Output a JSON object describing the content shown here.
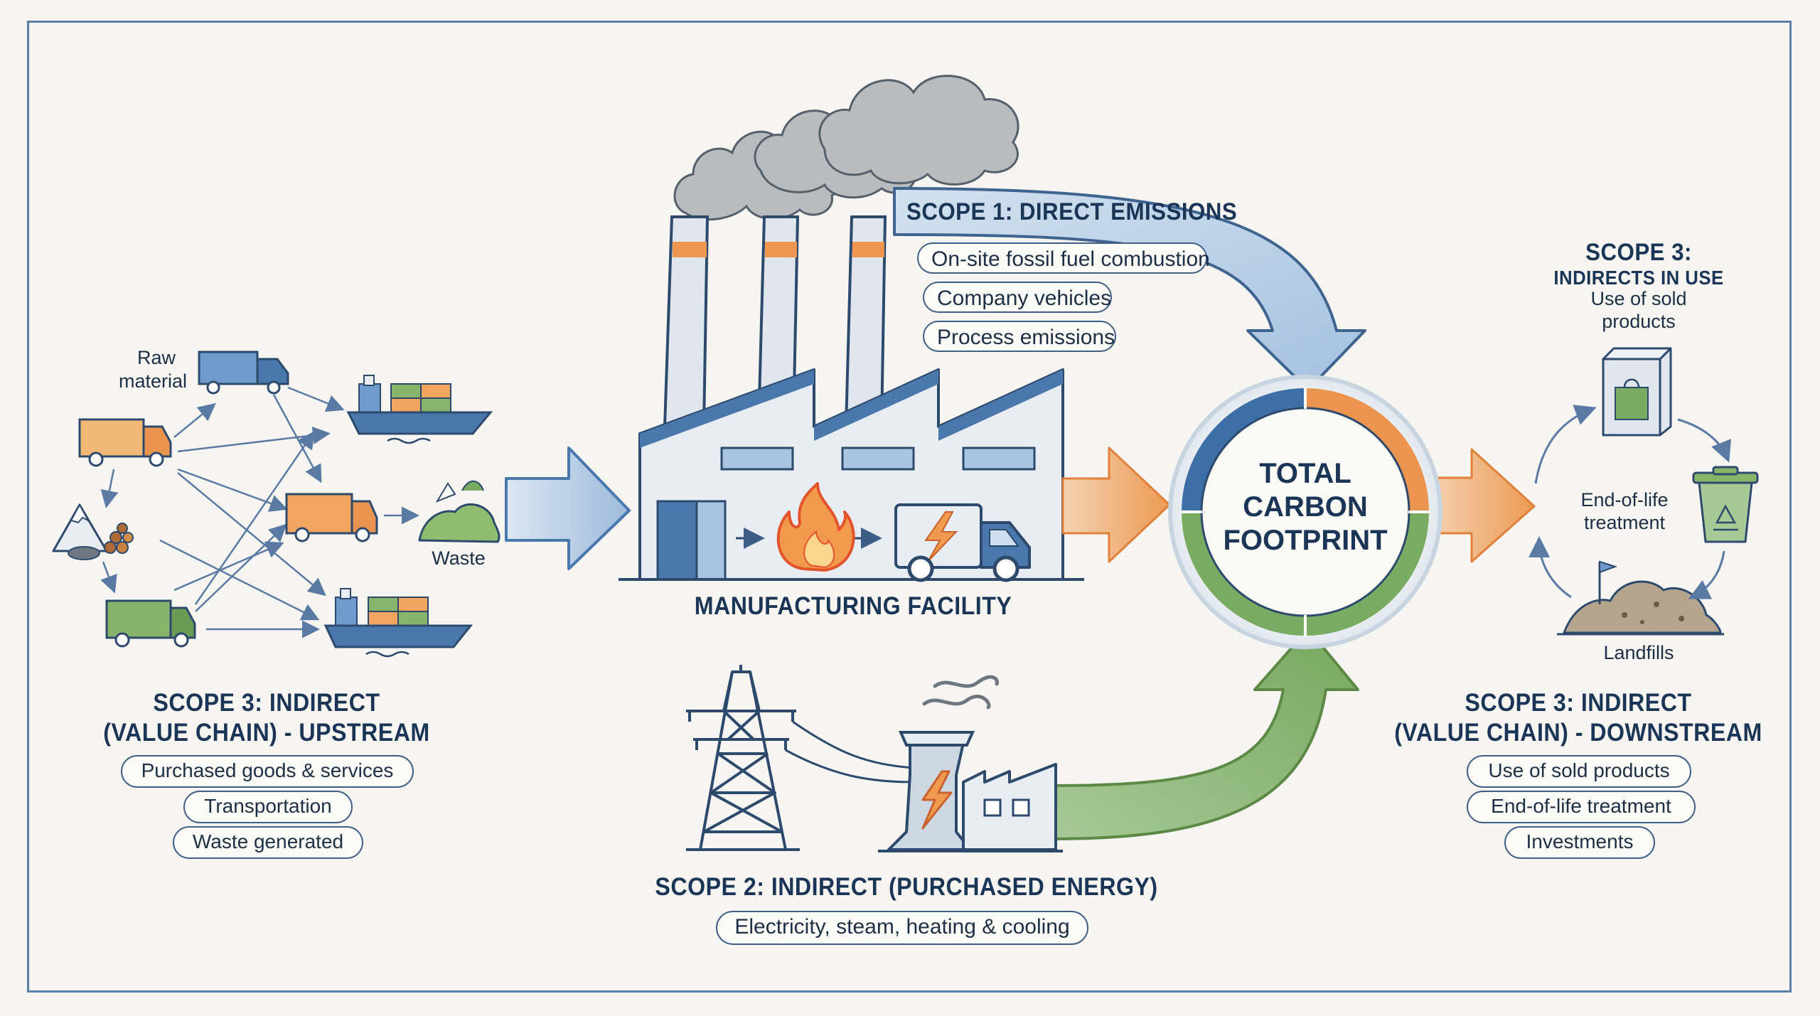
{
  "scope1": {
    "title": "SCOPE 1: DIRECT EMISSIONS",
    "items": [
      "On-site fossil fuel combustion",
      "Company vehicles",
      "Process emissions"
    ]
  },
  "facility": {
    "label": "MANUFACTURING FACILITY"
  },
  "scope2": {
    "title": "SCOPE 2: INDIRECT (PURCHASED ENERGY)",
    "items": [
      "Electricity, steam, heating & cooling"
    ]
  },
  "upstream": {
    "title_line1": "SCOPE 3: INDIRECT",
    "title_line2": "(VALUE CHAIN) - UPSTREAM",
    "items": [
      "Purchased goods & services",
      "Transportation",
      "Waste generated"
    ],
    "labels": {
      "raw_material_1": "Raw",
      "raw_material_2": "material",
      "waste": "Waste"
    }
  },
  "core": {
    "line1": "TOTAL",
    "line2": "CARBON",
    "line3": "FOOTPRINT"
  },
  "downstream": {
    "title_line1": "SCOPE 3: INDIRECT",
    "title_line2": "(VALUE CHAIN) - DOWNSTREAM",
    "items": [
      "Use of sold products",
      "End-of-life treatment",
      "Investments"
    ],
    "cycle": {
      "title": "SCOPE 3:",
      "subtitle": "INDIRECTS IN USE",
      "use_1": "Use of sold",
      "use_2": "products",
      "eol_1": "End-of-life",
      "eol_2": "treatment",
      "landfills": "Landfills"
    }
  },
  "colors": {
    "navy": "#1b3556",
    "blue": "#4a78ad",
    "light_blue": "#a9c4e0",
    "orange": "#e8944e",
    "green": "#7aab63",
    "border": "#5b7fa8",
    "background": "#f6f5f1"
  },
  "icons": [
    "smoke-cloud-icon",
    "factory-icon",
    "flame-icon",
    "electric-truck-icon",
    "power-tower-icon",
    "power-plant-icon",
    "truck-icon",
    "cargo-ship-icon",
    "mountain-ore-icon",
    "waste-pile-icon",
    "product-box-icon",
    "recycle-bin-icon",
    "landfill-icon"
  ]
}
